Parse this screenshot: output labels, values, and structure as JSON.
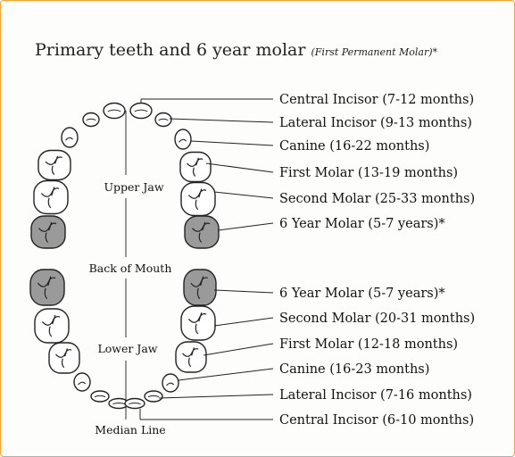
{
  "title": "Primary teeth and 6 year molar",
  "subtitle": "(First Permanent Molar)*",
  "jaw_labels": {
    "upper": "Upper Jaw",
    "back": "Back of Mouth",
    "lower": "Lower Jaw",
    "median": "Median Line"
  },
  "upper_teeth": [
    {
      "name": "Central Incisor (7-12 months)"
    },
    {
      "name": "Lateral Incisor (9-13 months)"
    },
    {
      "name": "Canine (16-22 months)"
    },
    {
      "name": "First Molar (13-19 months)"
    },
    {
      "name": "Second Molar (25-33 months)"
    },
    {
      "name": "6 Year Molar (5-7 years)*"
    }
  ],
  "lower_teeth": [
    {
      "name": "6 Year Molar (5-7 years)*"
    },
    {
      "name": "Second Molar (20-31 months)"
    },
    {
      "name": "First Molar (12-18 months)"
    },
    {
      "name": "Canine (16-23 months)"
    },
    {
      "name": "Lateral Incisor (7-16 months)"
    },
    {
      "name": "Central Incisor (6-10 months)"
    }
  ],
  "colors": {
    "border": "#f0a63c",
    "permanent_molar_fill": "#9a9a9a",
    "tooth_fill": "#ffffff",
    "outline": "#222222"
  }
}
